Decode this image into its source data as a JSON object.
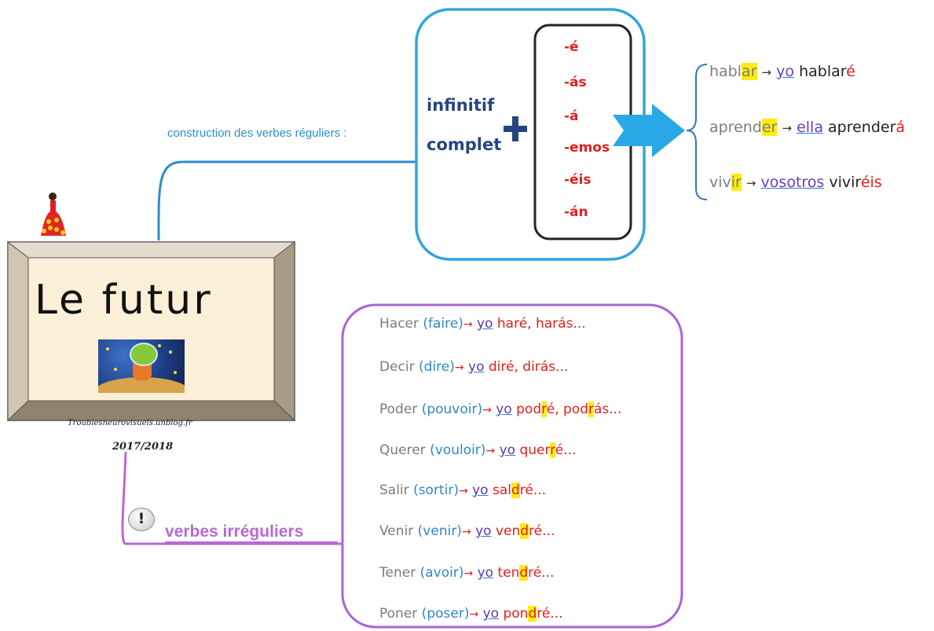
{
  "center": {
    "title": "Le futur",
    "source": "Troublesneurovisuels.unblog.fr",
    "year": "2017/2018"
  },
  "regular_branch": {
    "label": "construction des verbes réguliers :",
    "formula_line1": "infinitif",
    "formula_line2": "complet",
    "plus": "+",
    "endings": [
      "-é",
      "-ás",
      "-á",
      "-emos",
      "-éis",
      "-án"
    ],
    "examples": [
      {
        "stem": "habl",
        "end": "ar",
        "arrow": "→",
        "pronoun": "yo",
        "verb": "hablar",
        "form_end": "é"
      },
      {
        "stem": "aprend",
        "end": "er",
        "arrow": "→",
        "pronoun": "ella",
        "verb": "aprender",
        "form_end": "á"
      },
      {
        "stem": "viv",
        "end": "ir",
        "arrow": "→",
        "pronoun": "vosotros",
        "verb": "vivir",
        "form_end": "éis"
      }
    ]
  },
  "irregular_branch": {
    "label": "verbes irréguliers",
    "icon": "!",
    "items": [
      {
        "verb": "Hacer",
        "trans": "(faire)",
        "arrow": "→",
        "yo": "yo",
        "p1": "haré, harás...",
        "h1": "",
        "p2": "",
        "h2": "",
        "p3": ""
      },
      {
        "verb": "Decir",
        "trans": "(dire)",
        "arrow": "→",
        "yo": "yo",
        "p1": "diré, dirás...",
        "h1": "",
        "p2": "",
        "h2": "",
        "p3": ""
      },
      {
        "verb": "Poder",
        "trans": "(pouvoir)",
        "arrow": "→",
        "yo": "yo",
        "p1": "pod",
        "h1": "r",
        "p2": "é, pod",
        "h2": "r",
        "p3": "ás..."
      },
      {
        "verb": "Querer",
        "trans": "(vouloir)",
        "arrow": "→",
        "yo": "yo",
        "p1": "quer",
        "h1": "r",
        "p2": "é...",
        "h2": "",
        "p3": ""
      },
      {
        "verb": "Salir",
        "trans": "(sortir)",
        "arrow": "→",
        "yo": "yo",
        "p1": "sal",
        "h1": "d",
        "p2": "ré...",
        "h2": "",
        "p3": ""
      },
      {
        "verb": "Venir",
        "trans": "(venir)",
        "arrow": "→",
        "yo": "yo",
        "p1": "ven",
        "h1": "d",
        "p2": "ré...",
        "h2": "",
        "p3": ""
      },
      {
        "verb": "Tener",
        "trans": "(avoir)",
        "arrow": "→",
        "yo": "yo",
        "p1": "ten",
        "h1": "d",
        "p2": "ré...",
        "h2": "",
        "p3": ""
      },
      {
        "verb": "Poner",
        "trans": "(poser)",
        "arrow": "→",
        "yo": "yo",
        "p1": "pon",
        "h1": "d",
        "p2": "ré...",
        "h2": "",
        "p3": ""
      }
    ]
  },
  "colors": {
    "regular_branch": "#2b8fc8",
    "irregular_branch": "#b66ad6",
    "ending_red": "#e02020",
    "highlight": "#ffeb12",
    "formula_blue": "#27457e"
  }
}
